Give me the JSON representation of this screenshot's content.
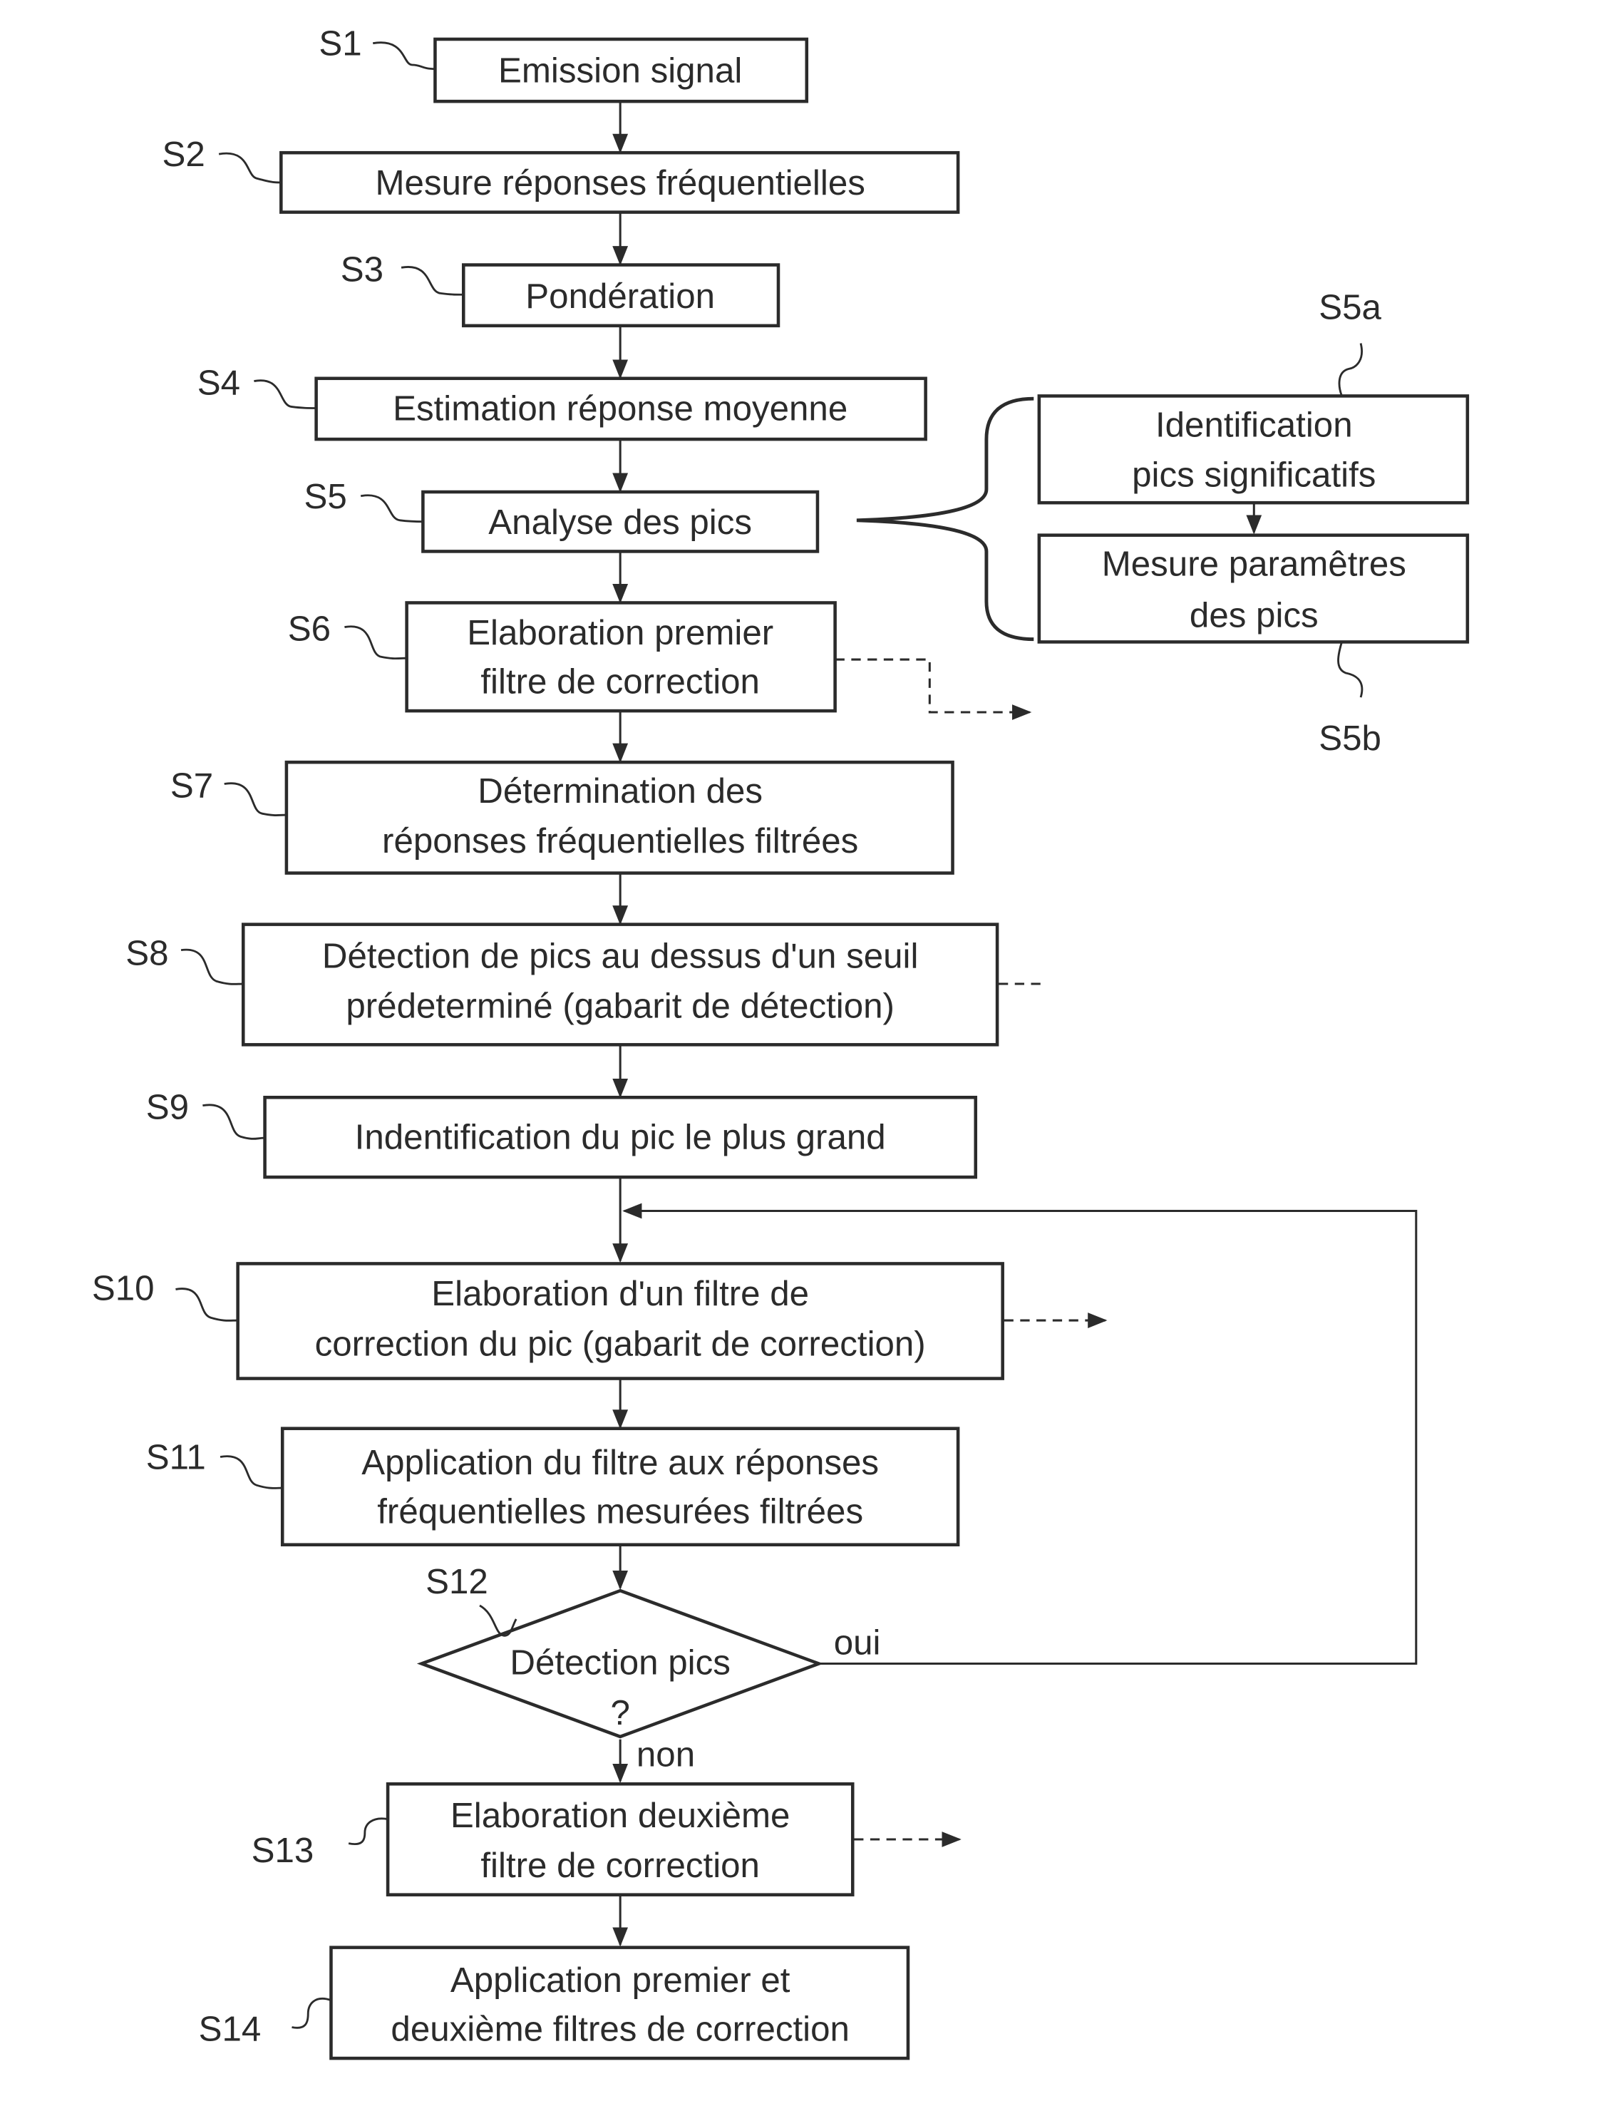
{
  "diagram": {
    "type": "flowchart",
    "language": "fr",
    "steps": [
      {
        "id": "S1",
        "ref": "S1",
        "lines": [
          "Emission signal"
        ]
      },
      {
        "id": "S2",
        "ref": "S2",
        "lines": [
          "Mesure réponses fréquentielles"
        ]
      },
      {
        "id": "S3",
        "ref": "S3",
        "lines": [
          "Pondération"
        ]
      },
      {
        "id": "S4",
        "ref": "S4",
        "lines": [
          "Estimation réponse moyenne"
        ]
      },
      {
        "id": "S5",
        "ref": "S5",
        "lines": [
          "Analyse des pics"
        ]
      },
      {
        "id": "S6",
        "ref": "S6",
        "lines": [
          "Elaboration premier",
          "filtre de correction"
        ]
      },
      {
        "id": "S7",
        "ref": "S7",
        "lines": [
          "Détermination des",
          "réponses fréquentielles filtrées"
        ]
      },
      {
        "id": "S8",
        "ref": "S8",
        "lines": [
          "Détection de pics au dessus d'un seuil",
          "prédeterminé (gabarit de détection)"
        ]
      },
      {
        "id": "S9",
        "ref": "S9",
        "lines": [
          "Indentification du pic le plus grand"
        ]
      },
      {
        "id": "S10",
        "ref": "S10",
        "lines": [
          "Elaboration d'un filtre de",
          "correction du pic (gabarit de correction)"
        ]
      },
      {
        "id": "S11",
        "ref": "S11",
        "lines": [
          "Application du filtre aux réponses",
          "fréquentielles mesurées filtrées"
        ]
      },
      {
        "id": "S12",
        "ref": "S12",
        "lines": [
          "Détection pics",
          "?"
        ],
        "shape": "decision"
      },
      {
        "id": "S13",
        "ref": "S13",
        "lines": [
          "Elaboration deuxième",
          "filtre de correction"
        ]
      },
      {
        "id": "S14",
        "ref": "S14",
        "lines": [
          "Application premier et",
          "deuxième filtres de correction"
        ]
      }
    ],
    "substeps": [
      {
        "id": "S5a",
        "ref": "S5a",
        "lines": [
          "Identification",
          "pics significatifs"
        ]
      },
      {
        "id": "S5b",
        "ref": "S5b",
        "lines": [
          "Mesure paramêtres",
          "des pics"
        ]
      }
    ],
    "branch_labels": {
      "yes": "oui",
      "no": "non"
    }
  }
}
